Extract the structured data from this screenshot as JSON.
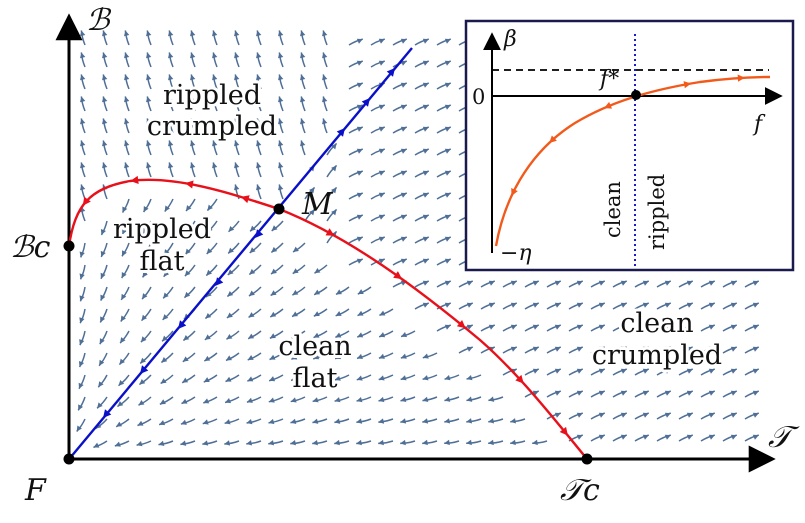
{
  "axes": {
    "x_label": "𝒯",
    "y_label": "ℬ"
  },
  "points": {
    "origin": "F",
    "y_critical": "ℬc",
    "x_critical": "𝒯c",
    "middle": "M"
  },
  "regions": {
    "rippled_crumpled": [
      "rippled",
      "crumpled"
    ],
    "rippled_flat": [
      "rippled",
      "flat"
    ],
    "clean_flat": [
      "clean",
      "flat"
    ],
    "clean_crumpled": [
      "clean",
      "crumpled"
    ]
  },
  "inset": {
    "y_label": "β",
    "x_label": "f",
    "zero_label": "0",
    "fstar_label": "f*",
    "eta_label": "−η",
    "left_phase": "clean",
    "right_phase": "rippled"
  },
  "colors": {
    "streamline": "#4f6f96",
    "separatrix_red": "#e8101a",
    "separatrix_blue": "#0a10c8",
    "inset_curve": "#f25a1c",
    "inset_dotted": "#1a1acc"
  }
}
